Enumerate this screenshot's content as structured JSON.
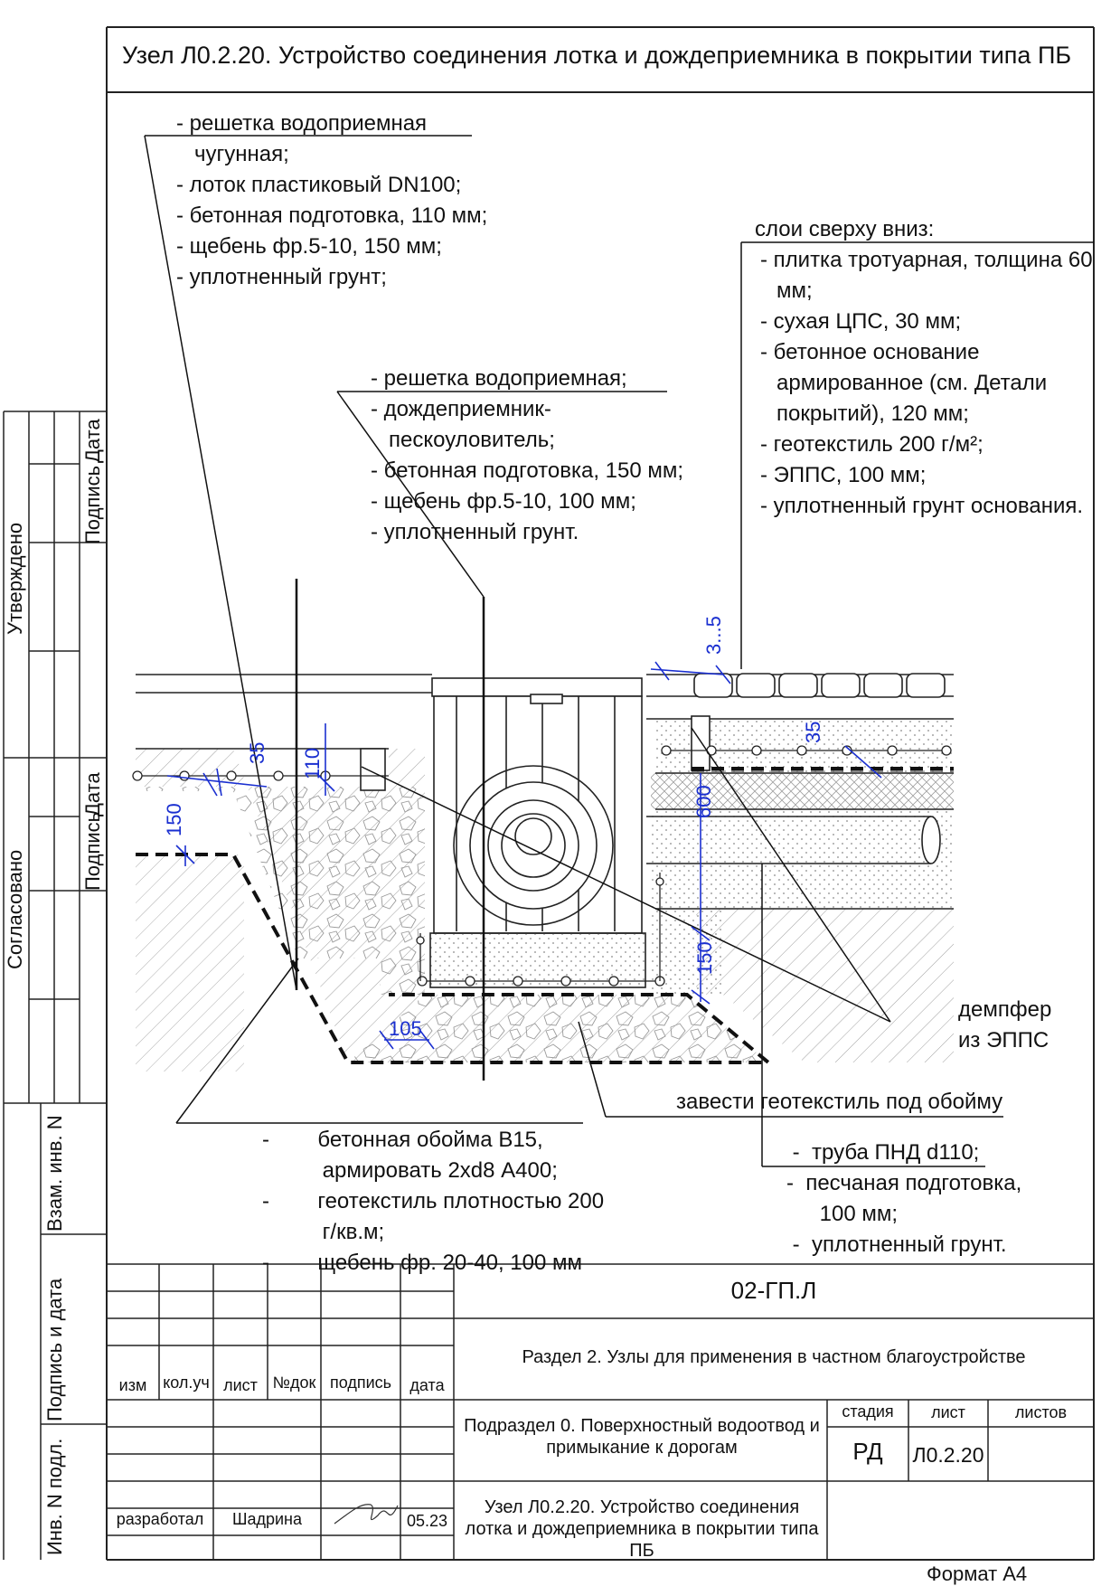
{
  "title": "Узел Л0.2.20. Устройство соединения лотка и дождеприемника в покрытии типа ПБ",
  "side_labels": {
    "utverzhdeno": "Утверждено",
    "soglasovano": "Согласовано",
    "podpis_top": "Подпись",
    "data_top": "Дата",
    "podpis_mid": "Подпись",
    "data_mid": "Дата",
    "vzam_inv": "Взам. инв. N",
    "podpis_data": "Подпись и дата",
    "inv_podl": "Инв. N подл."
  },
  "callout_tray": {
    "lines": [
      "-  решетка водоприемная",
      "   чугунная;",
      "-  лоток пластиковый DN100;",
      "-  бетонная подготовка, 110 мм;",
      "-  щебень фр.5-10, 150 мм;",
      "-  уплотненный грунт;"
    ]
  },
  "callout_inlet": {
    "lines": [
      "-  решетка водоприемная;",
      "-  дождеприемник-",
      "   пескоуловитель;",
      "-  бетонная подготовка, 150 мм;",
      "-  щебень фр.5-10, 100 мм;",
      "-  уплотненный грунт."
    ]
  },
  "callout_layers": {
    "lines": [
      "слои сверху вниз:",
      " -  плитка тротуарная, толщина 60",
      "    мм;",
      " -  сухая ЦПС, 30 мм;",
      " -  бетонное основание",
      "    армированное (см. Детали",
      "    покрытий), 120 мм;",
      " -  геотекстиль 200 г/м²;",
      " -  ЭППС, 100 мм;",
      " -  уплотненный грунт основания."
    ]
  },
  "callout_damper": {
    "lines": [
      "демпфер",
      "из ЭППС"
    ]
  },
  "callout_geotextile": "завести геотекстиль под обойму",
  "callout_shell": {
    "lines": [
      "-        бетонная обойма В15,",
      "          армировать 2xd8 А400;",
      "-        геотекстиль плотностью 200",
      "          г/кв.м;",
      "-        щебень фр. 20-40, 100 мм"
    ]
  },
  "callout_pipe": {
    "lines": [
      " -  труба ПНД d110;",
      "-  песчаная подготовка,",
      "    100 мм;",
      " -  уплотненный грунт."
    ]
  },
  "dims": {
    "d35_left": "35",
    "d110": "110",
    "d150_left": "150",
    "d3_5": "3...5",
    "d35_right": "35",
    "d600": "600",
    "d150_right": "150",
    "d105": "105"
  },
  "stamp": {
    "doc_code": "02-ГП.Л",
    "section": "Раздел 2. Узлы для применения в частном благоустройстве",
    "subsection": "Подраздел 0. Поверхностный водоотвод и примыкание к дорогам",
    "node": "Узел Л0.2.20. Устройство соединения лотка и дождеприемника в покрытии типа ПБ",
    "col_headers": [
      "изм",
      "кол.уч",
      "лист",
      "№док",
      "подпись",
      "дата"
    ],
    "stage_label": "стадия",
    "sheet_label": "лист",
    "sheets_label": "листов",
    "stage": "РД",
    "sheet": "Л0.2.20",
    "developed_label": "разработал",
    "developer": "Шадрина",
    "date": "05.23"
  },
  "format": "Формат А4"
}
